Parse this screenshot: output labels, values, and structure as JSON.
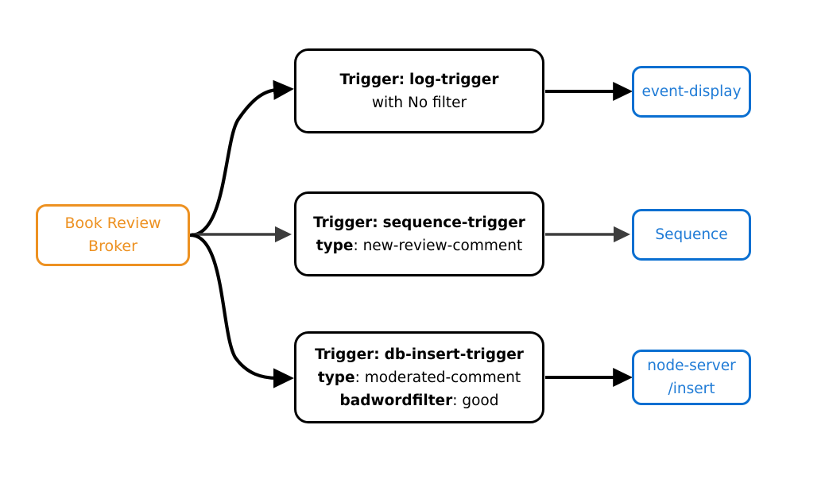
{
  "diagram": {
    "type": "flow",
    "background": "#ffffff",
    "colors": {
      "broker_stroke": "#ED9121",
      "broker_text": "#ED9121",
      "trigger_stroke": "#000000",
      "trigger_text": "#000000",
      "target_stroke": "#0A6FD1",
      "target_text": "#1F7BD6",
      "edge_black": "#000000",
      "edge_gray": "#3D3D3D"
    },
    "broker": {
      "name": "book-review-broker",
      "line1": "Book Review",
      "line2": "Broker"
    },
    "triggers": [
      {
        "name": "log-trigger",
        "title_label": "Trigger:",
        "title_value": "log-trigger",
        "detail_key": "",
        "detail_value": "with No filter",
        "lines": 2
      },
      {
        "name": "sequence-trigger",
        "title_label": "Trigger:",
        "title_value": "sequence-trigger",
        "detail_key": "type",
        "detail_value": ": new-review-comment",
        "lines": 2
      },
      {
        "name": "db-insert-trigger",
        "title_label": "Trigger:",
        "title_value": "db-insert-trigger",
        "detail_key": "type",
        "detail_value": ": moderated-comment",
        "detail_key2": "badwordfilter",
        "detail_value2": ": good",
        "lines": 3
      }
    ],
    "targets": [
      {
        "name": "event-display",
        "line1": "event-display",
        "line2": ""
      },
      {
        "name": "sequence",
        "line1": "Sequence",
        "line2": ""
      },
      {
        "name": "node-server-insert",
        "line1": "node-server",
        "line2": "/insert"
      }
    ],
    "edges": [
      {
        "name": "broker-to-log-trigger",
        "style": "curved",
        "color": "#000000"
      },
      {
        "name": "broker-to-sequence-trigger",
        "style": "straight",
        "color": "#3D3D3D"
      },
      {
        "name": "broker-to-db-insert-trigger",
        "style": "curved",
        "color": "#000000"
      },
      {
        "name": "log-trigger-to-event-display",
        "style": "straight",
        "color": "#000000"
      },
      {
        "name": "sequence-trigger-to-sequence",
        "style": "straight",
        "color": "#3D3D3D"
      },
      {
        "name": "db-insert-trigger-to-node-server",
        "style": "straight",
        "color": "#000000"
      }
    ]
  }
}
